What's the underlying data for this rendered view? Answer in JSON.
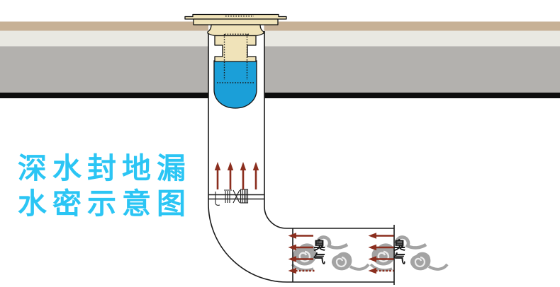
{
  "title": {
    "line1": "深水封地漏",
    "line2": "水密示意图"
  },
  "smoke": {
    "labels": [
      "臭气",
      "臭气"
    ]
  },
  "colors": {
    "title_cyan": "#2bc5f4",
    "water_blue": "#1b9fd8",
    "drain_beige": "#f0e3b9",
    "arrow_red": "#8b2e1e",
    "smoke_gray": "#a3a3a3",
    "floor_tile": "#c7b196",
    "floor_screed": "#e9e8e2",
    "floor_concrete": "#b3b1ae",
    "floor_slab": "#0d0d0d",
    "outline_black": "#1a1a1a"
  }
}
